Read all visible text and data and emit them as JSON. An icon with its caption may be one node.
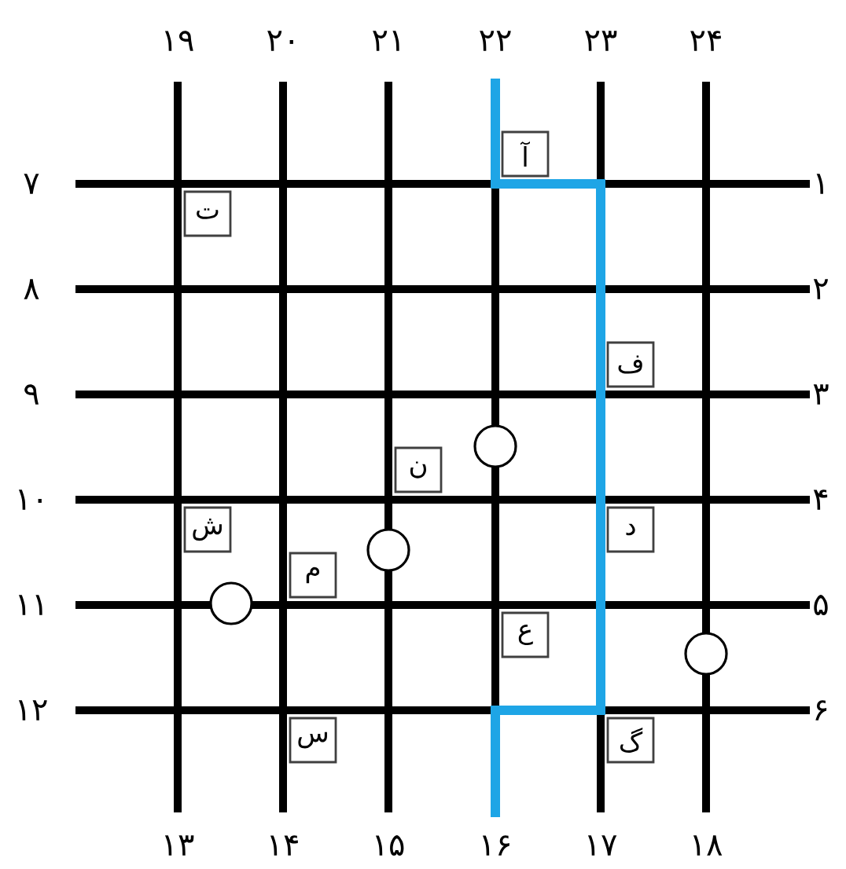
{
  "diagram": {
    "nodes": [
      {
        "text": [
          "آ"
        ]
      },
      {
        "text": [
          "ت"
        ]
      },
      {
        "text": [
          "ف"
        ]
      },
      {
        "text": [],
        "shape": "circle"
      },
      {
        "text": [
          "ن"
        ]
      },
      {
        "text": [
          "ش"
        ]
      },
      {
        "text": [
          "د"
        ]
      },
      {
        "text": [],
        "shape": "circle"
      },
      {
        "text": [
          "م"
        ]
      },
      {
        "text": [],
        "shape": "circle"
      },
      {
        "text": [
          "ع"
        ]
      },
      {
        "text": [],
        "shape": "circle"
      },
      {
        "text": [
          "س"
        ]
      },
      {
        "text": [
          "گ"
        ]
      }
    ],
    "edges": [],
    "labels": [
      "۱۹",
      "۲۰",
      "۲۱",
      "۲۲",
      "۲۳",
      "۲۴",
      "۷",
      "۱",
      "۸",
      "۲",
      "۹",
      "۳",
      "۱۰",
      "۴",
      "۱۱",
      "۵",
      "۱۲",
      "۶",
      "۱۳",
      "۱۴",
      "۱۵",
      "۱۶",
      "۱۷",
      "۱۸"
    ]
  }
}
